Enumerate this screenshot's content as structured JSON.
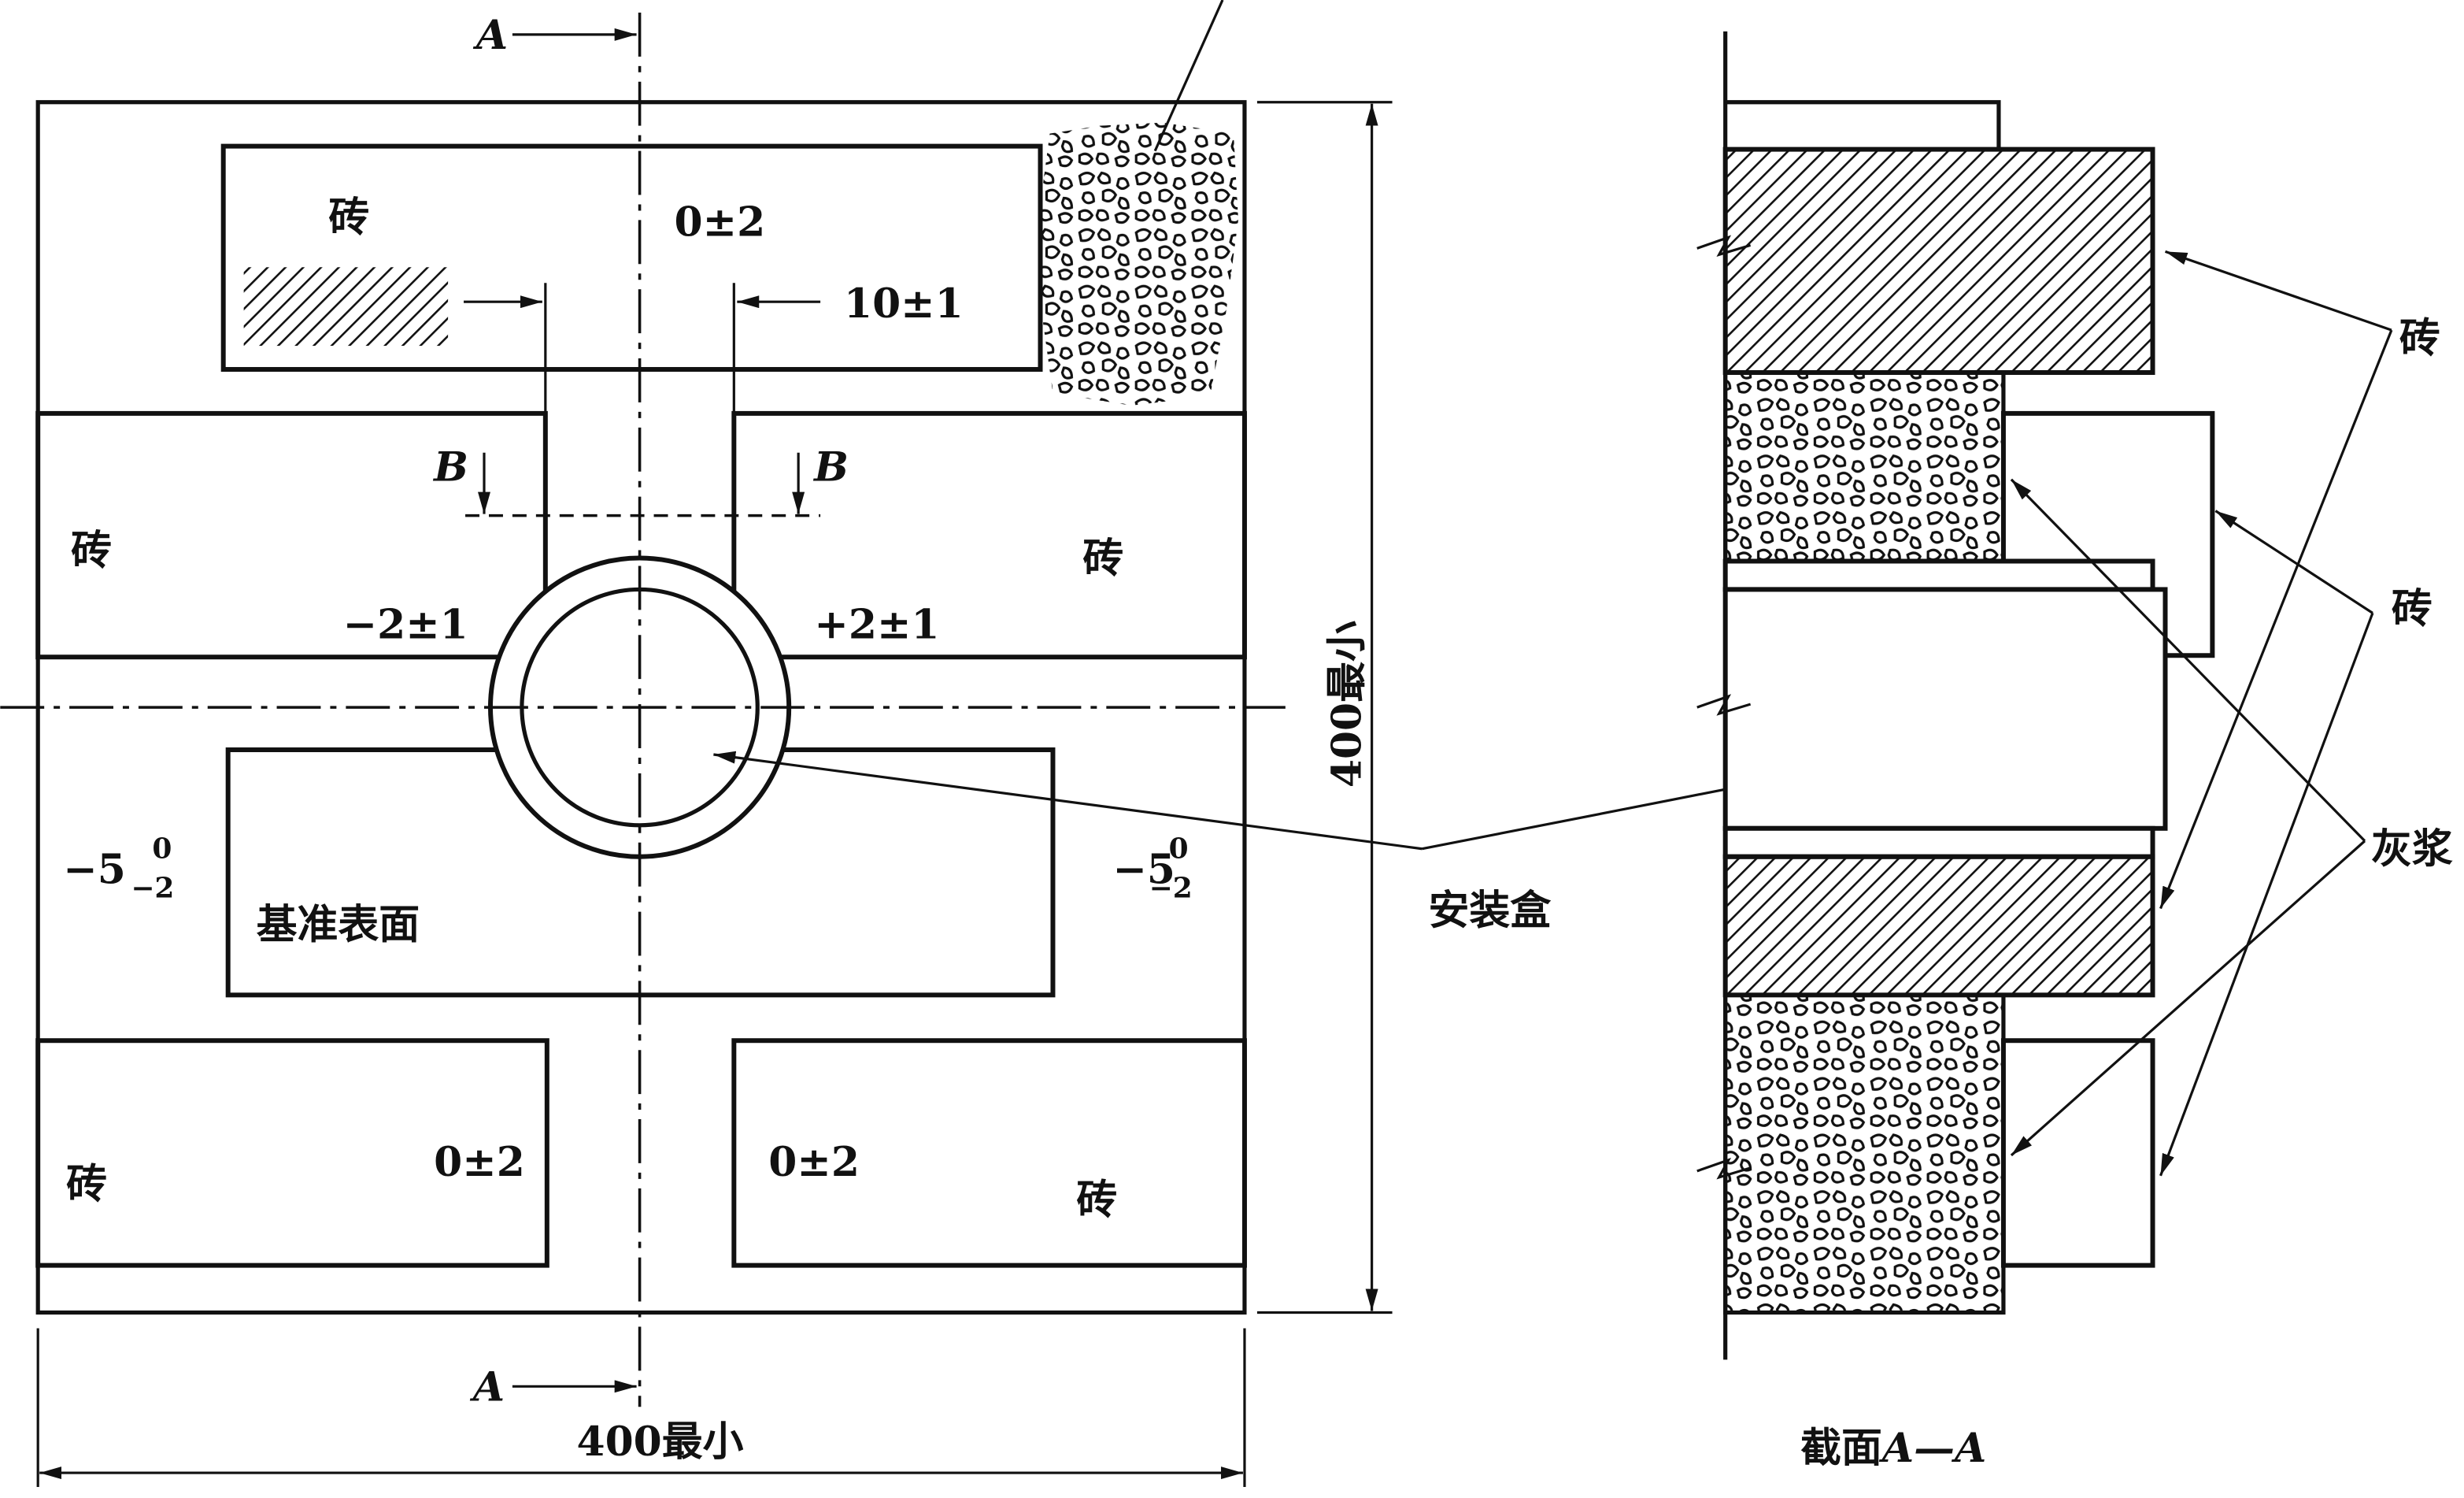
{
  "plan_view": {
    "section_arrow_top": "A",
    "section_arrow_bottom": "A",
    "top_brick": {
      "label": "砖",
      "tolerance": "0±2"
    },
    "gap_dimension": "10±1",
    "cut_label_left": "B",
    "cut_label_right": "B",
    "middle_left_brick": {
      "label": "砖",
      "tolerance": "−2±1"
    },
    "middle_right_brick": {
      "label": "砖",
      "tolerance": "+2±1"
    },
    "left_side_tolerance": {
      "base": "−5",
      "upper": "0",
      "lower": "−2"
    },
    "right_side_tolerance": {
      "base": "−5",
      "upper": "0",
      "lower": "−2"
    },
    "reference_surface": "基准表面",
    "bottom_left_brick": {
      "label": "砖",
      "tolerance": "0±2"
    },
    "bottom_right_brick": {
      "label": "砖",
      "tolerance": "0±2"
    },
    "width_dimension": "400最小",
    "height_dimension": "400最小"
  },
  "installation_box_callout": "安装盒",
  "section_view": {
    "upper_brick_callout": "砖",
    "lower_brick_callout": "砖",
    "mortar_callout": "灰浆",
    "title": {
      "prefix": "截面",
      "section": "A—A"
    }
  }
}
